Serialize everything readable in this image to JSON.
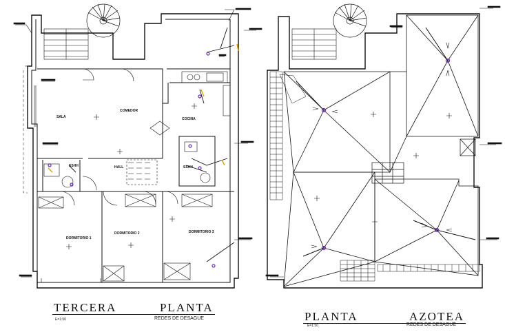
{
  "left_plan": {
    "title_word_1": "TERCERA",
    "title_word_2": "PLANTA",
    "scale": "E=1:50",
    "subtitle": "REDES DE DESAGUE",
    "rooms": {
      "sala": "SALA",
      "comedor": "COMEDOR",
      "cocina": "COCINA",
      "hall": "HALL",
      "ssh_1": "SSHH",
      "ssh_2": "SSHH",
      "dormitorio_1": "DORMITORIO 1",
      "dormitorio_2": "DORMITORIO 2",
      "dormitorio_3": "DORMITORIO 3"
    }
  },
  "right_plan": {
    "title_word_1": "PLANTA",
    "title_word_2": "AZOTEA",
    "scale": "E=1:50",
    "subtitle": "REDES DE DESAGUE"
  },
  "colors": {
    "line": "#111111",
    "pipe": "#1a1a1a",
    "accent_fixture": "#6a2bb8",
    "accent_drain": "#d9a400"
  }
}
